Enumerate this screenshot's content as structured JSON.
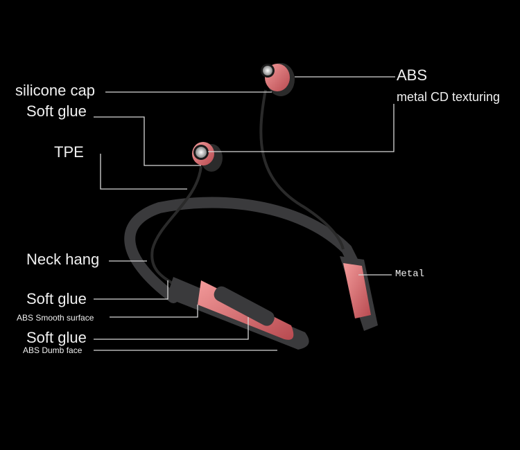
{
  "labels": {
    "silicone_cap": "silicone cap",
    "soft_glue_top": "Soft glue",
    "tpe": "TPE",
    "abs_top": "ABS",
    "metal_cd": "metal CD texturing",
    "neck_hang": "Neck hang",
    "soft_glue_mid": "Soft glue",
    "abs_smooth": "ABS  Smooth surface",
    "soft_glue_bottom": "Soft glue",
    "abs_dumb": "ABS  Dumb face",
    "metal": "Metal"
  },
  "colors": {
    "background": "#000000",
    "accent": "#e07878",
    "body": "#3a3a3c",
    "line": "#d8d8d8"
  }
}
